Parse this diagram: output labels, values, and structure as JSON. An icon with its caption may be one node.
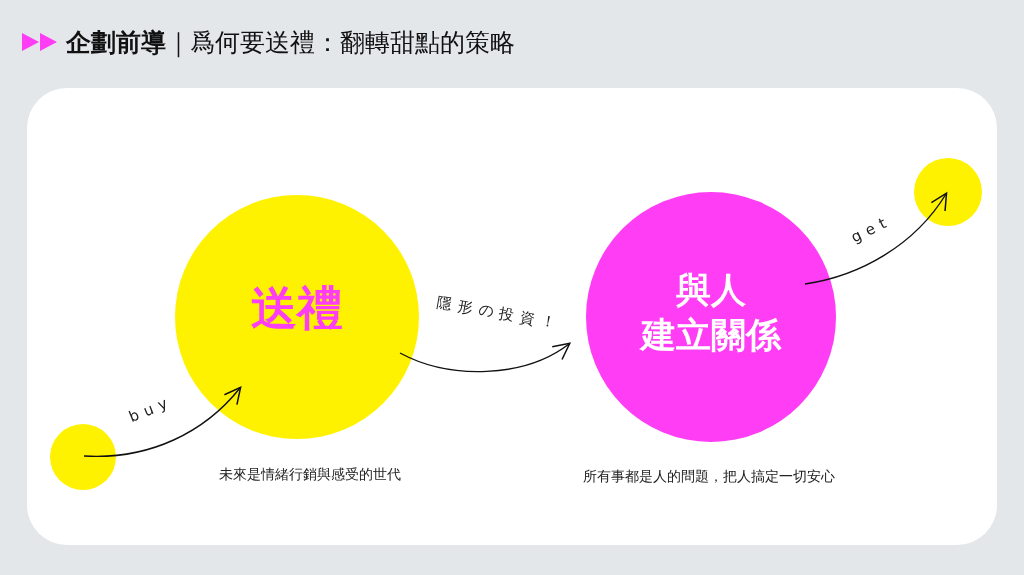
{
  "diagram": {
    "title": "**企劃前導**｜爲何要送禮：翻轉甜點的策略",
    "nodes": [
      {
        "text": [],
        "shape": "circle"
      },
      {
        "text": [
          "送禮"
        ],
        "beside": [
          "未來是情緒行銷與感受的世代"
        ]
      },
      {
        "text": [
          "與人建立關係"
        ],
        "beside": [
          "所有事都是人的問題，把人搞定一切安心"
        ]
      },
      {
        "text": [],
        "shape": "circle"
      }
    ],
    "edges": [
      {
        "from": 0,
        "to": 1,
        "arrow": "to",
        "label": "buy"
      },
      {
        "from": 1,
        "to": 2,
        "arrow": "to",
        "label": "隱形の投資！"
      },
      {
        "from": 2,
        "to": 3,
        "arrow": "to",
        "label": "get"
      }
    ]
  }
}
